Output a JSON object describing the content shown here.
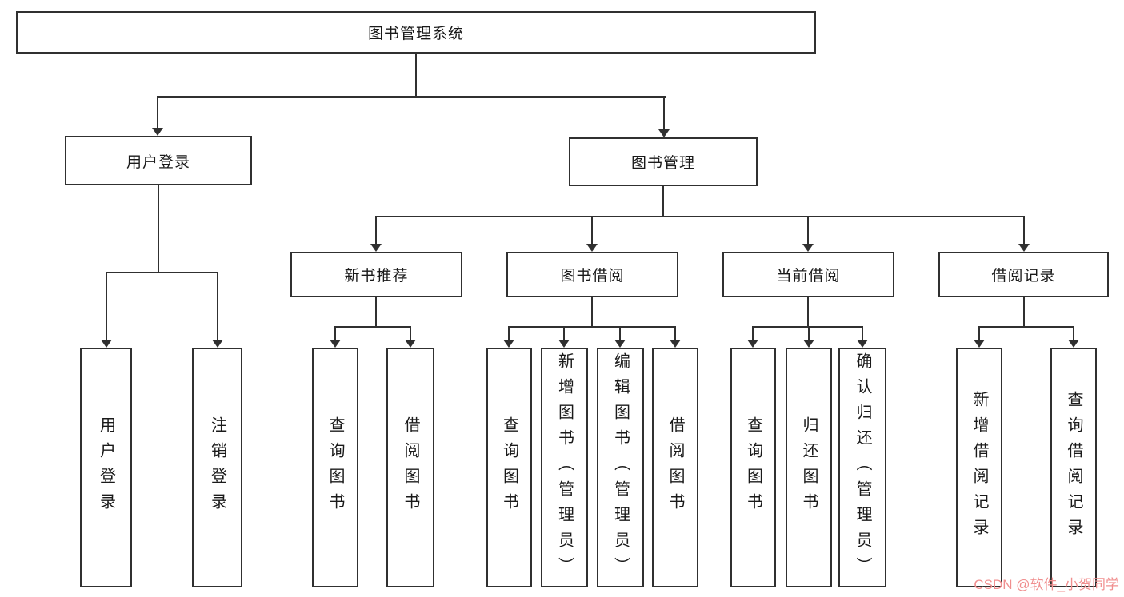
{
  "diagram": {
    "root": "图书管理系统",
    "level2": {
      "user_login": "用户登录",
      "book_mgmt": "图书管理"
    },
    "level3": {
      "new_book": "新书推荐",
      "book_borrow": "图书借阅",
      "current_borrow": "当前借阅",
      "borrow_records": "借阅记录"
    },
    "leaves": {
      "ul_login": "用户登录",
      "ul_logout": "注销登录",
      "nb_query": "查询图书",
      "nb_borrow": "借阅图书",
      "bb_query": "查询图书",
      "bb_add": "新增图书（管理员）",
      "bb_edit": "编辑图书（管理员）",
      "bb_borrow": "借阅图书",
      "cb_query": "查询图书",
      "cb_return": "归还图书",
      "cb_confirm": "确认归还（管理员）",
      "br_add": "新增借阅记录",
      "br_query": "查询借阅记录"
    }
  },
  "watermark": "CSDN @软件_小贺同学",
  "colors": {
    "line": "#303030",
    "watermark": "#f08f8f"
  }
}
